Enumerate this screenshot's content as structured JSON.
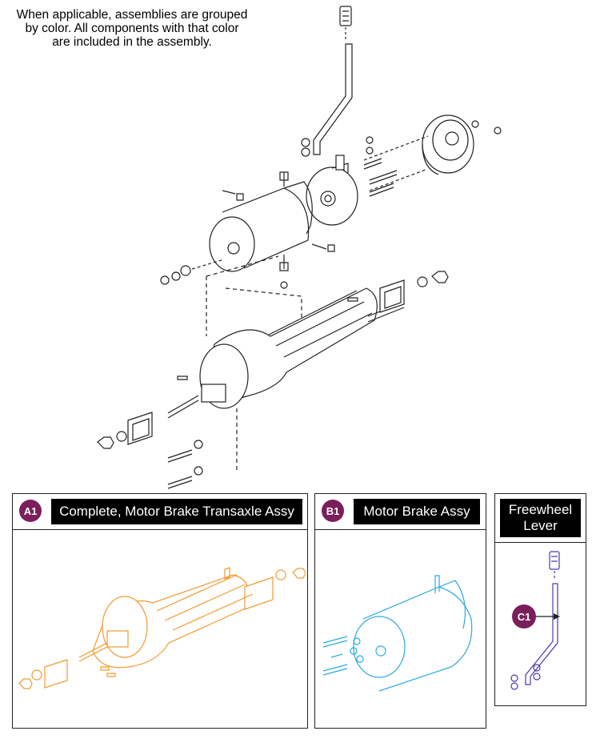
{
  "note": {
    "lines": [
      "When applicable, assemblies are grouped",
      "by color. All components with that color",
      "are included in the assembly."
    ]
  },
  "panels": [
    {
      "badge": "A1",
      "title": "Complete, Motor Brake Transaxle Assy",
      "color": "#f29a2e"
    },
    {
      "badge": "B1",
      "title": "Motor Brake Assy",
      "color": "#2aa9e0"
    },
    {
      "title_lines": [
        "Freewheel",
        "Lever"
      ],
      "color": "#4b3aa8"
    }
  ],
  "callouts": [
    {
      "label": "C1"
    }
  ],
  "colors": {
    "badge": "#7a1f5b",
    "line": "#222222"
  }
}
